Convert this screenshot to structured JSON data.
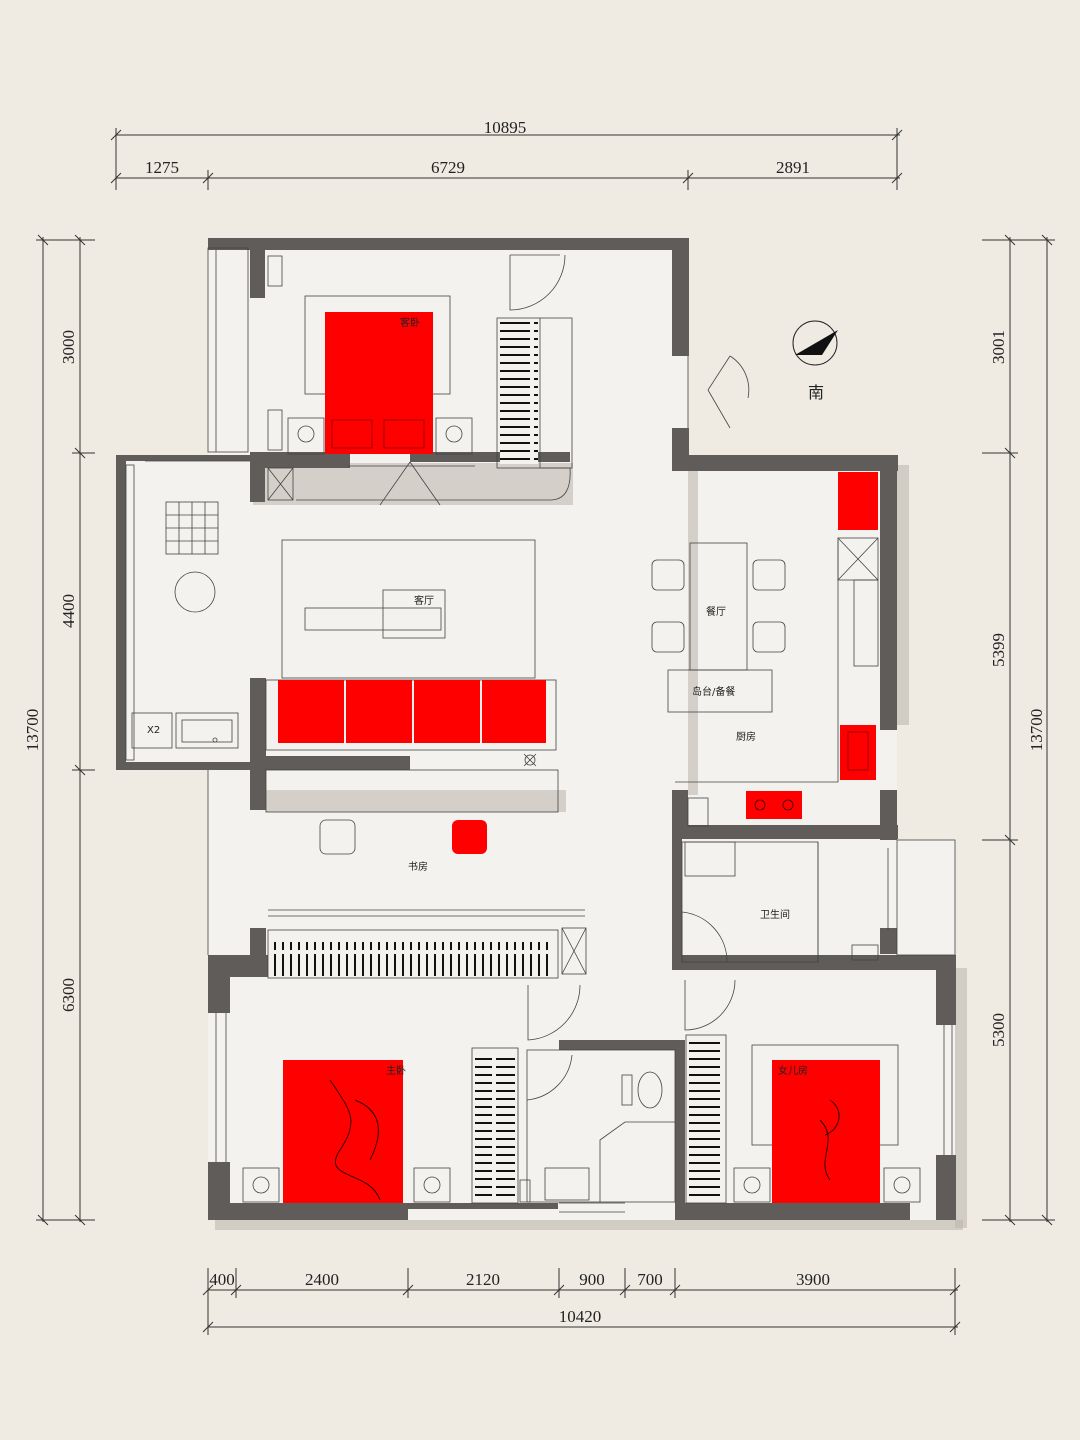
{
  "dimensions": {
    "top_total": "10895",
    "top_segments": [
      "1275",
      "6729",
      "2891"
    ],
    "bottom_total": "10420",
    "bottom_segments": [
      "400",
      "2400",
      "2120",
      "900",
      "700",
      "3900"
    ],
    "left_total": "13700",
    "left_segments": [
      "3000",
      "4400",
      "6300"
    ],
    "right_total": "13700",
    "right_segments": [
      "3001",
      "5399",
      "5300"
    ]
  },
  "rooms": {
    "guest_bedroom": "客卧",
    "living_room": "客厅",
    "dining_room": "餐厅",
    "island": "岛台/备餐",
    "kitchen": "厨房",
    "study": "书房",
    "bathroom": "卫生间",
    "master_bedroom": "主卧",
    "daughter_room": "女儿房"
  },
  "compass_label": "南",
  "appliance_label": "X2",
  "colors": {
    "accent": "#ff0000",
    "wall": "#5f5c59",
    "background": "#efebe2"
  }
}
